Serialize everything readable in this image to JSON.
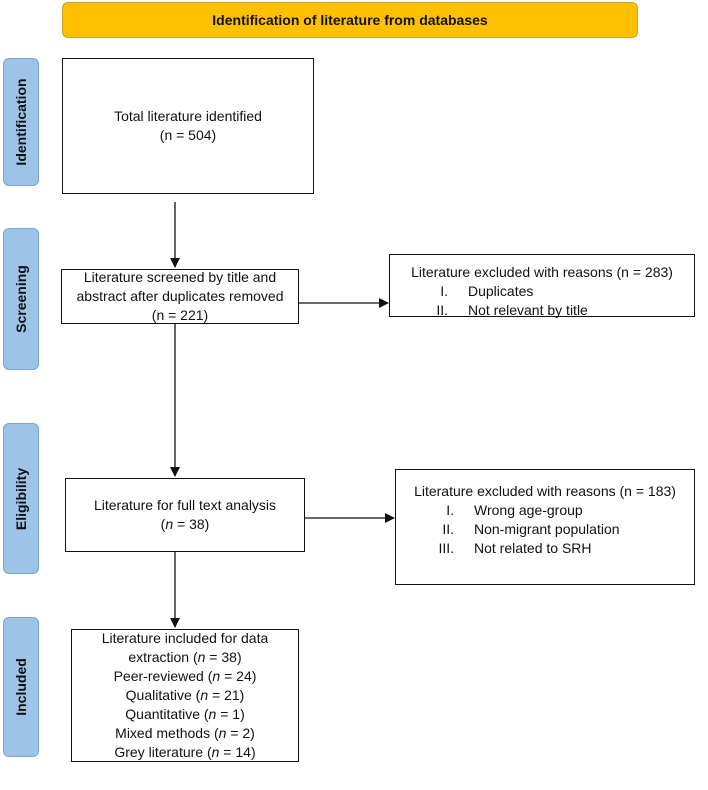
{
  "banner": "Identification of literature from databases",
  "stages": {
    "identification": "Identification",
    "screening": "Screening",
    "eligibility": "Eligibility",
    "included": "Included"
  },
  "identified": {
    "line1": "Total literature identified",
    "line2": "(n = 504)"
  },
  "screened": {
    "line1": "Literature screened by title and",
    "line2": "abstract after duplicates removed",
    "line3": "(n = 221)"
  },
  "excluded_screening": {
    "heading": "Literature excluded with reasons (n = 283)",
    "reasons": [
      {
        "num": "I.",
        "text": "Duplicates"
      },
      {
        "num": "II.",
        "text": "Not relevant by title"
      }
    ]
  },
  "full_text": {
    "line1": "Literature for full text analysis",
    "n_open": "(",
    "n_var": "n",
    "n_rest": " = 38)"
  },
  "excluded_eligibility": {
    "heading": "Literature excluded with reasons (n = 183)",
    "reasons": [
      {
        "num": "I.",
        "text": "Wrong age-group"
      },
      {
        "num": "II.",
        "text": "Non-migrant population"
      },
      {
        "num": "III.",
        "text": "Not related to SRH"
      }
    ]
  },
  "included": {
    "line1": "Literature included for data",
    "line2_pre": "extraction (",
    "line2_post": " = 38)",
    "peer_pre": "Peer-reviewed (",
    "peer_post": " = 24)",
    "qual_pre": "Qualitative (",
    "qual_post": " = 21)",
    "quant_pre": "Quantitative (",
    "quant_post": " = 1)",
    "mixed_pre": "Mixed methods (",
    "mixed_post": " = 2)",
    "grey_pre": "Grey literature (",
    "grey_post": " = 14)",
    "var": "n"
  }
}
